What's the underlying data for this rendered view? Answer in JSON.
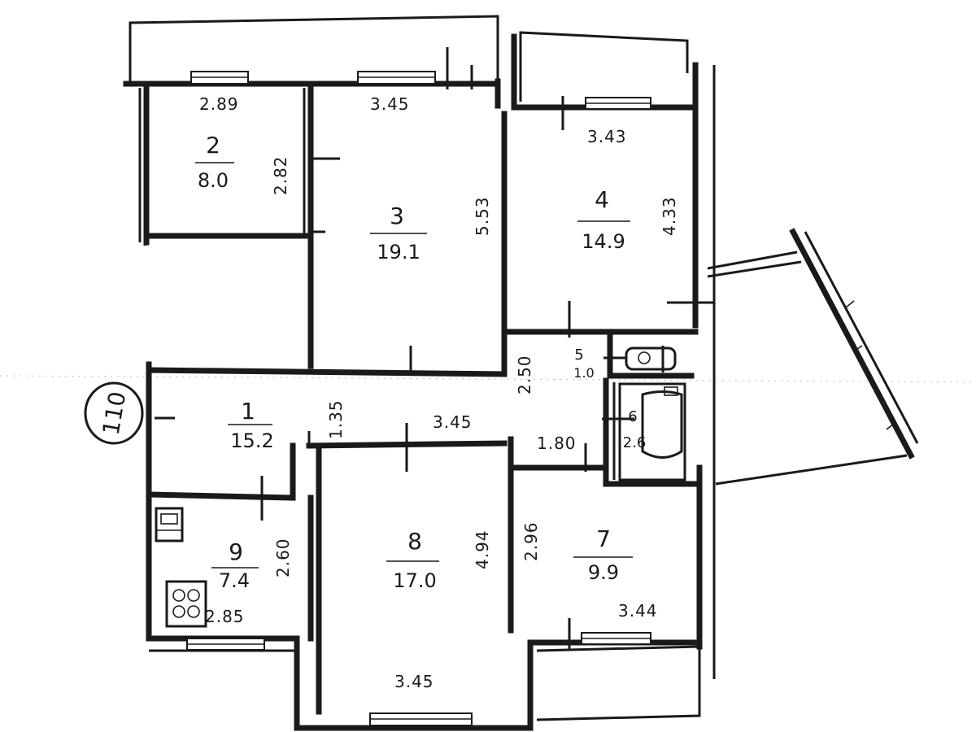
{
  "plan_badge": "110",
  "rooms": [
    {
      "number": "1",
      "area": "15.2"
    },
    {
      "number": "2",
      "area": "8.0"
    },
    {
      "number": "3",
      "area": "19.1"
    },
    {
      "number": "4",
      "area": "14.9"
    },
    {
      "number": "5",
      "area": "1.0"
    },
    {
      "number": "6",
      "area": "2.6"
    },
    {
      "number": "7",
      "area": "9.9"
    },
    {
      "number": "8",
      "area": "17.0"
    },
    {
      "number": "9",
      "area": "7.4"
    }
  ],
  "dimensions": {
    "room2_width": "2.89",
    "room2_height": "2.82",
    "room3_width": "3.45",
    "room3_height": "5.53",
    "room4_width": "3.43",
    "room4_height": "4.33",
    "hall_width": "1.35",
    "corridor_width": "3.45",
    "corridor_height": "2.50",
    "passage_width": "1.80",
    "room7_height": "2.96",
    "room7_width": "3.44",
    "room8_height": "4.94",
    "room8_width": "3.45",
    "room9_height": "2.60",
    "room9_width": "2.85"
  },
  "colors": {
    "ink": "#1a1a1a",
    "paper": "#ffffff"
  }
}
